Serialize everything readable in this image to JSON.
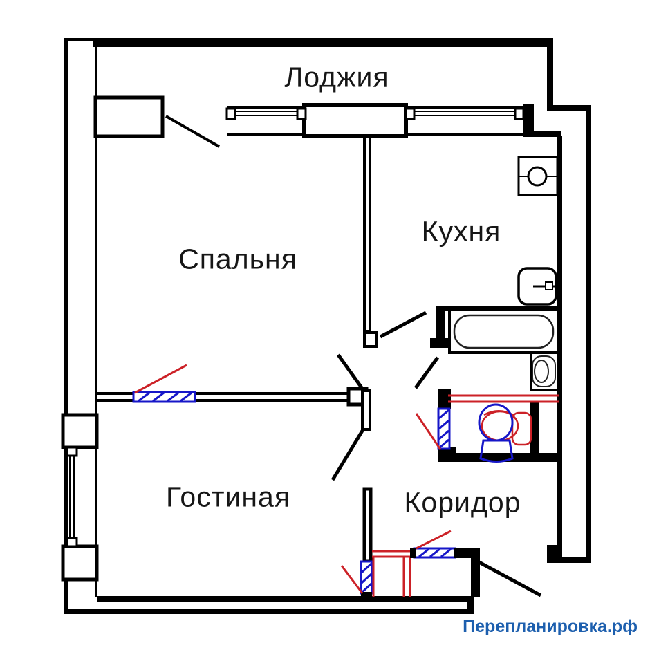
{
  "plan": {
    "rooms": [
      {
        "id": "loggia",
        "label": "Лоджия"
      },
      {
        "id": "bedroom",
        "label": "Спальня"
      },
      {
        "id": "kitchen",
        "label": "Кухня"
      },
      {
        "id": "living_room",
        "label": "Гостиная"
      },
      {
        "id": "corridor",
        "label": "Коридор"
      }
    ],
    "watermark": "Перепланировка.рф",
    "colors": {
      "walls": "#000000",
      "modification_red": "#cc2127",
      "modification_blue": "#1616c8",
      "watermark_blue": "#1d5fae",
      "background": "#ffffff"
    },
    "fixtures": [
      "stove-symbol",
      "kitchen-sink-symbol",
      "bathtub-symbol",
      "washbasin-symbol",
      "toilet-new-blue-symbol",
      "toilet-old-red-symbol"
    ],
    "annotations": [
      "sealed-doorway-hatch-bedroom",
      "removed-wall-hatch-wc",
      "removed-wall-hatch-living-room",
      "removed-wall-hatch-entrance",
      "new-closet-red-outline",
      "door-swing-arcs"
    ]
  }
}
